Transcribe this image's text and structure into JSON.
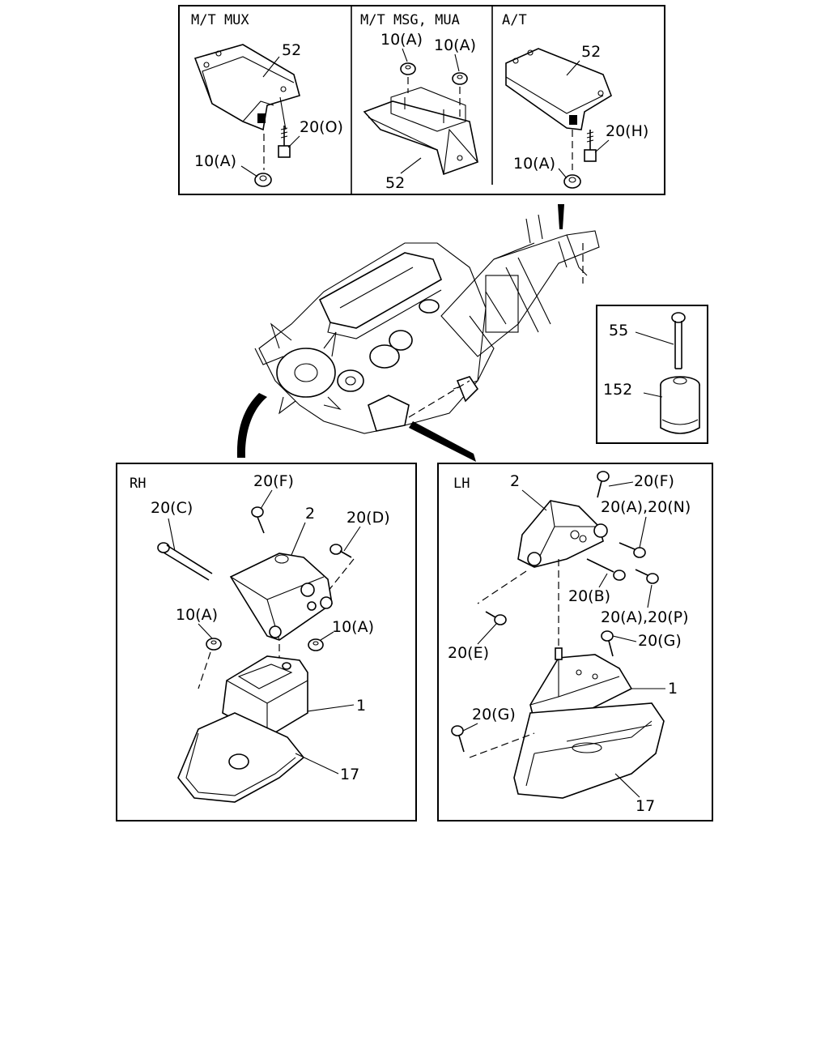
{
  "panels": {
    "mt_mux": {
      "header": "M/T MUX",
      "labels": [
        "52",
        "20(O)",
        "10(A)"
      ]
    },
    "mt_msg": {
      "header": "M/T MSG, MUA",
      "labels": [
        "10(A)",
        "10(A)",
        "52"
      ]
    },
    "at": {
      "header": "A/T",
      "labels": [
        "52",
        "20(H)",
        "10(A)"
      ]
    },
    "inset": {
      "labels": [
        "55",
        "152"
      ]
    },
    "rh": {
      "header": "RH",
      "labels": [
        "20(F)",
        "20(C)",
        "2",
        "20(D)",
        "10(A)",
        "10(A)",
        "1",
        "17"
      ]
    },
    "lh": {
      "header": "LH",
      "labels": [
        "2",
        "20(F)",
        "20(A),20(N)",
        "20(B)",
        "20(A),20(P)",
        "20(E)",
        "20(G)",
        "20(G)",
        "1",
        "17"
      ]
    }
  }
}
